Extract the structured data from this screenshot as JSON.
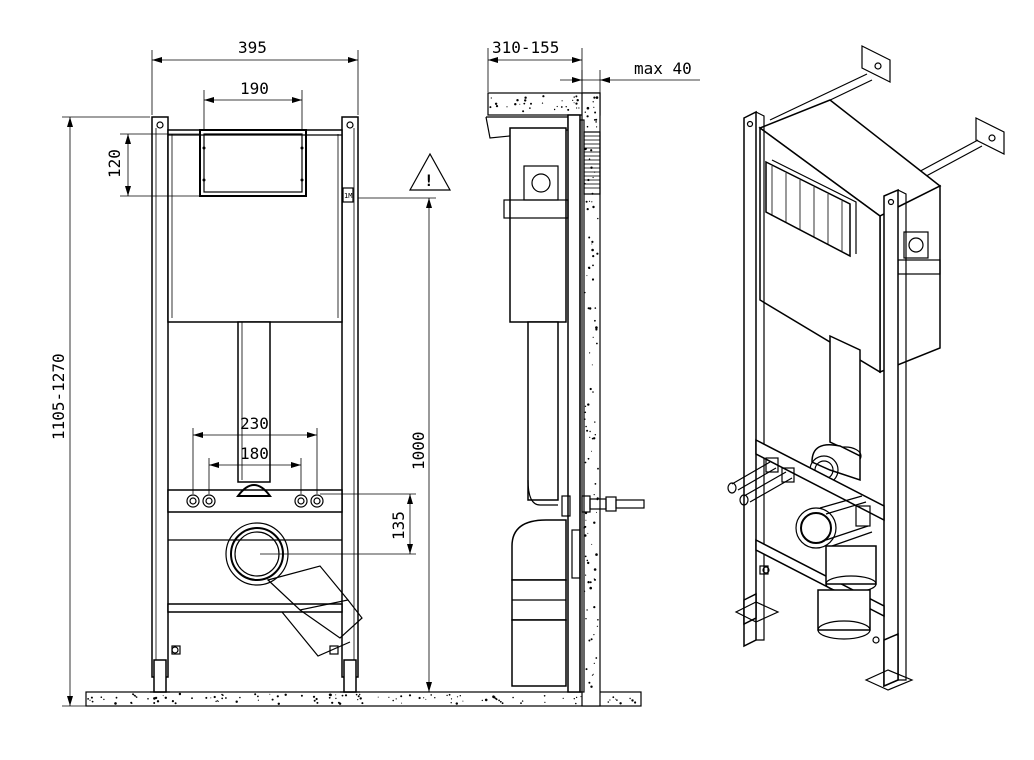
{
  "front_view": {
    "dim_width": "395",
    "dim_panel_width": "190",
    "dim_panel_height": "120",
    "dim_total_height": "1105-1270",
    "dim_pipe_spacing_outer": "230",
    "dim_pipe_spacing_inner": "180",
    "dim_outlet_height": "135",
    "dim_seat_height": "1000",
    "warning_symbol": "!"
  },
  "side_view": {
    "dim_depth": "310-155",
    "dim_wall_offset": "max 40"
  },
  "icons": {
    "warning": "warning-triangle-icon"
  },
  "colors": {
    "line": "#000000",
    "background": "#ffffff"
  }
}
